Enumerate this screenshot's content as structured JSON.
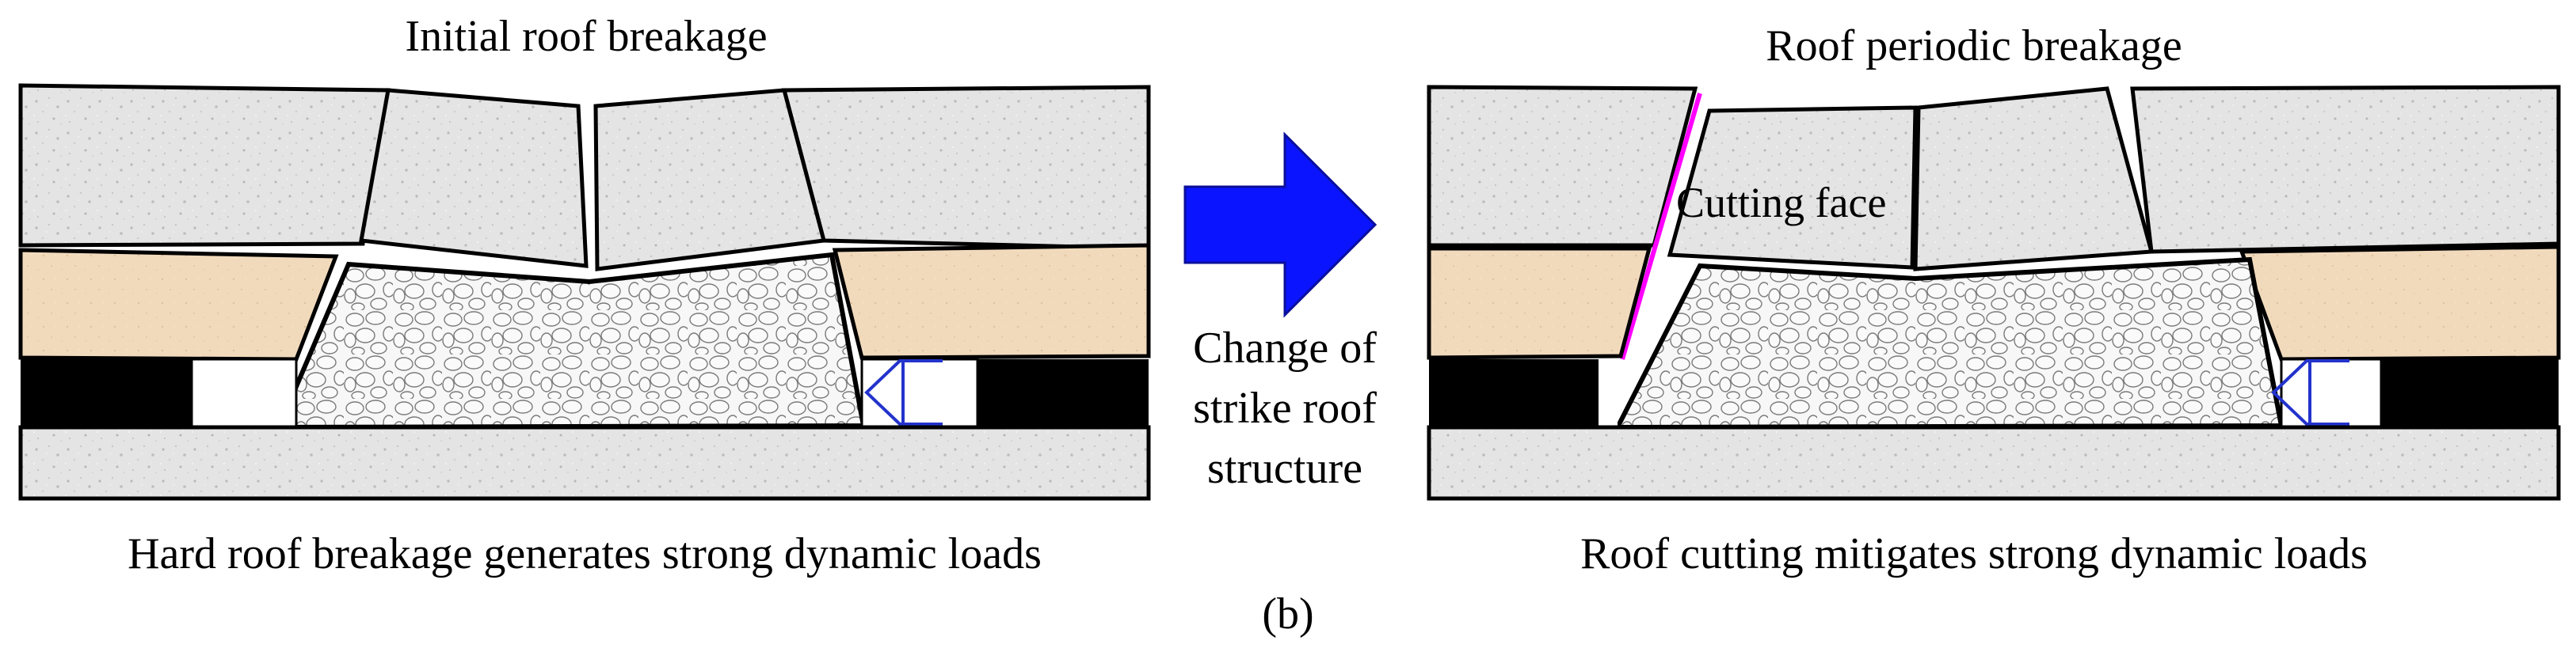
{
  "figure": {
    "left_panel": {
      "title": "Initial roof breakage",
      "caption": "Hard roof breakage generates strong dynamic loads"
    },
    "right_panel": {
      "title": "Roof periodic breakage",
      "caption": "Roof cutting mitigates strong dynamic loads",
      "cutting_face_label": "Cutting face"
    },
    "transition": {
      "arrow_icon": "right-arrow-icon",
      "label_lines": [
        "Change of",
        "strike roof",
        "structure"
      ]
    },
    "subfigure_label": "(b)",
    "colors": {
      "rock": "#e6e6e6",
      "sandstone": "#f2dcc0",
      "coal": "#000000",
      "arrow": "#0a14ff",
      "cutting_line": "#ff00ff",
      "support": "#2233cc"
    }
  }
}
